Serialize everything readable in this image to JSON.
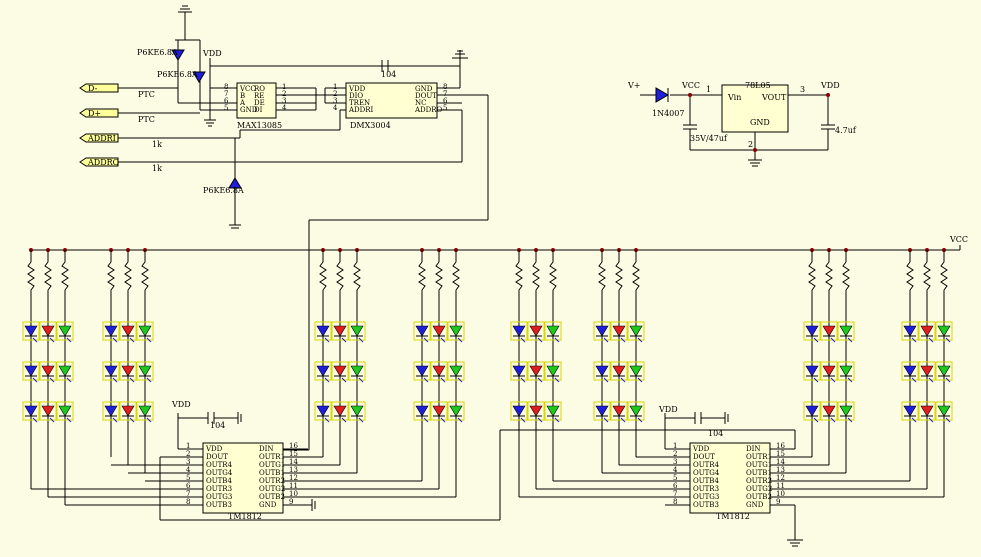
{
  "labels": {
    "vdd": "VDD",
    "vcc": "VCC",
    "vplus": "V+",
    "p6ke_a": "P6KE6.8A",
    "p6ke_b": "P6KE6.8A",
    "p6ke_c": "P6KE6.8A",
    "ptc": "PTC",
    "r1k": "1k",
    "cap104": "104",
    "cap_35v": "35V/47uf",
    "cap_47": "4.7uf",
    "diode": "1N4007",
    "reg": "78L05",
    "reg_vin": "Vin",
    "reg_vout": "VOUT",
    "reg_gnd": "GND",
    "conn_dminus": "D-",
    "conn_dplus": "D+",
    "conn_addri": "ADDRI",
    "conn_addro": "ADDRO",
    "max_name": "MAX13085",
    "dmx_name": "DMX3004",
    "tm_name": "TM1812"
  },
  "max13085": {
    "left": [
      "VCC",
      "B",
      "A",
      "GND"
    ],
    "right": [
      "RO",
      "RE",
      "DE",
      "DI"
    ],
    "lnum": [
      "8",
      "7",
      "6",
      "5"
    ],
    "rnum": [
      "1",
      "2",
      "3",
      "4"
    ]
  },
  "dmx3004": {
    "left": [
      "VDD",
      "DIO",
      "TREN",
      "ADDRI"
    ],
    "right": [
      "GND",
      "DOUT",
      "NC",
      "ADDRO"
    ],
    "lnum": [
      "1",
      "2",
      "3",
      "4"
    ],
    "rnum": [
      "8",
      "7",
      "6",
      "5"
    ]
  },
  "tm1812": {
    "left": [
      "VDD",
      "DOUT",
      "OUTR4",
      "OUTG4",
      "OUTB4",
      "OUTR3",
      "OUTG3",
      "OUTB3"
    ],
    "right": [
      "DIN",
      "OUTR1",
      "OUTG1",
      "OUTB1",
      "OUTR2",
      "OUTG2",
      "OUTB2",
      "GND"
    ],
    "lnum": [
      "1",
      "2",
      "3",
      "4",
      "5",
      "6",
      "7",
      "8"
    ],
    "rnum": [
      "16",
      "15",
      "14",
      "13",
      "12",
      "11",
      "10",
      "9"
    ]
  },
  "reg_pins": [
    "1",
    "3",
    "2"
  ],
  "led_colors": {
    "blue": "#1e1edc",
    "red": "#e01e1e",
    "green": "#1ec81e"
  }
}
